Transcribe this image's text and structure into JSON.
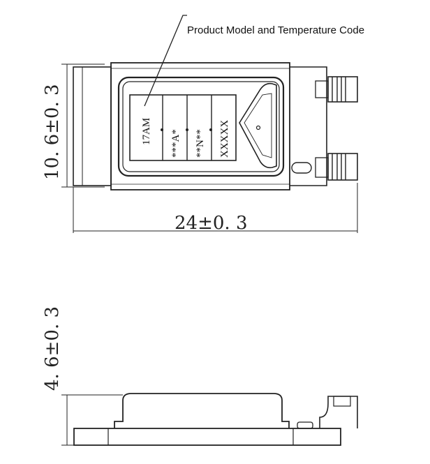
{
  "callout": {
    "label": "Product Model and Temperature Code"
  },
  "top_view": {
    "height_dim": "10. 6±0. 3",
    "width_dim": "24±0. 3",
    "code_fields": [
      "17AM",
      "***A*",
      "**N**",
      "XXXXX"
    ]
  },
  "side_view": {
    "thickness_dim": "4. 6±0. 3"
  }
}
